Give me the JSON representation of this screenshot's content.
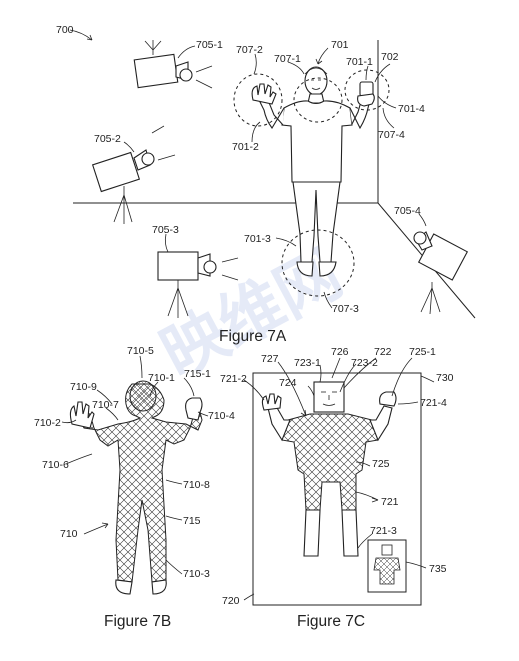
{
  "captions": {
    "fig7a": "Figure 7A",
    "fig7b": "Figure 7B",
    "fig7c": "Figure 7C"
  },
  "labels": {
    "l700": "700",
    "l701": "701",
    "l702": "702",
    "l705_1": "705-1",
    "l705_2": "705-2",
    "l705_3": "705-3",
    "l705_4": "705-4",
    "l707_1": "707-1",
    "l707_2": "707-2",
    "l707_3": "707-3",
    "l707_4": "707-4",
    "l701_1": "701-1",
    "l701_2": "701-2",
    "l701_3": "701-3",
    "l701_4": "701-4",
    "l710": "710",
    "l710_1": "710-1",
    "l710_2": "710-2",
    "l710_3": "710-3",
    "l710_4": "710-4",
    "l710_5": "710-5",
    "l710_6": "710-6",
    "l710_7": "710-7",
    "l710_8": "710-8",
    "l710_9": "710-9",
    "l715": "715",
    "l715_1": "715-1",
    "l720": "720",
    "l721": "721",
    "l721_2": "721-2",
    "l721_3": "721-3",
    "l721_4": "721-4",
    "l722": "722",
    "l723_1": "723-1",
    "l723_2": "723-2",
    "l724": "724",
    "l725": "725",
    "l725_1": "725-1",
    "l726": "726",
    "l727": "727",
    "l730": "730",
    "l735": "735"
  },
  "watermark": "映维网",
  "colors": {
    "line": "#222222",
    "watermark": "#3f67c9"
  }
}
